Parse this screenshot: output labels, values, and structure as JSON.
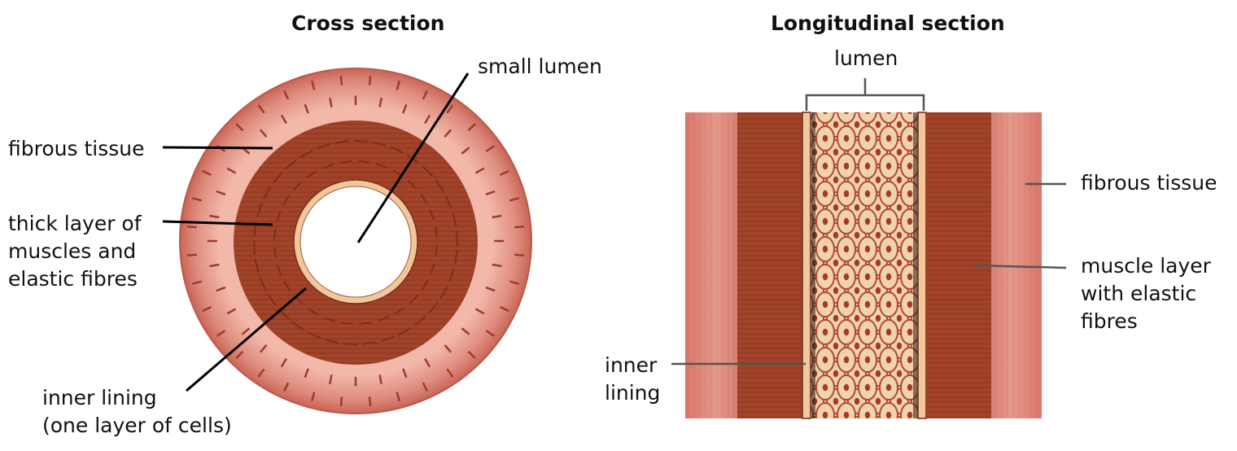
{
  "cross_section": {
    "title": "Cross section",
    "labels": {
      "small_lumen": "small lumen",
      "fibrous_tissue": "fibrous tissue",
      "thick_layer": "thick layer of\nmuscles and\nelastic fibres",
      "inner_lining": "inner lining\n(one layer of cells)"
    }
  },
  "longitudinal_section": {
    "title": "Longitudinal section",
    "labels": {
      "lumen": "lumen",
      "fibrous_tissue": "fibrous tissue",
      "muscle_layer": "muscle layer\nwith elastic\nfibres",
      "inner_lining": "inner\nlining"
    }
  },
  "colors": {
    "fibrous": "#d97b6f",
    "fibrous_light": "#f0b3a6",
    "muscle": "#a4432a",
    "muscle_dark": "#8a3520",
    "lining": "#f4cfa0",
    "lumen_bg": "#e8c6a0",
    "cell_outline": "#b4442e"
  }
}
